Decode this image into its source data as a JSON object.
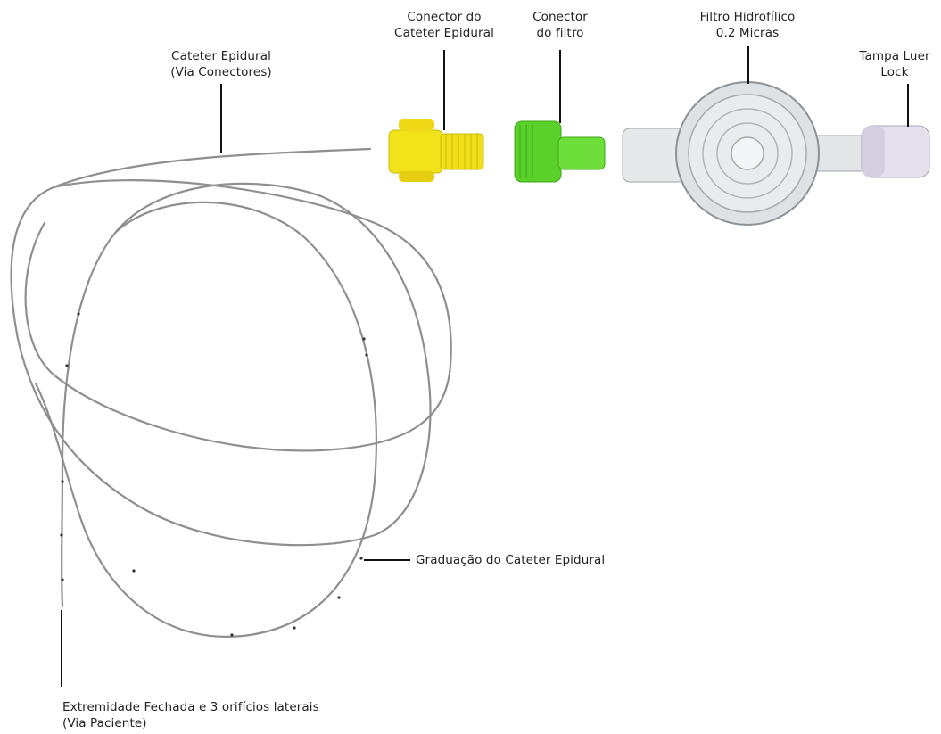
{
  "labels": {
    "cateter_epidural": [
      "Cateter Epidural",
      "(Via Conectores)"
    ],
    "conector_cateter": [
      "Conector do",
      "Cateter Epidural"
    ],
    "conector_filtro": [
      "Conector",
      "do filtro"
    ],
    "filtro": [
      "Filtro Hidrofílico",
      "0.2 Micras"
    ],
    "tampa": [
      "Tampa Luer",
      "Lock"
    ],
    "graduacao": "Graduação do Cateter Epidural",
    "extremidade": [
      "Extremidade Fechada e 3 orifícios laterais",
      "(Via Paciente)"
    ]
  },
  "colors": {
    "catheter": "#8a8a8a",
    "yellow_connector": "#f2e21a",
    "green_connector": "#5ad12a",
    "filter_body": "#d9dcde",
    "cap": "#dcd8e6"
  }
}
